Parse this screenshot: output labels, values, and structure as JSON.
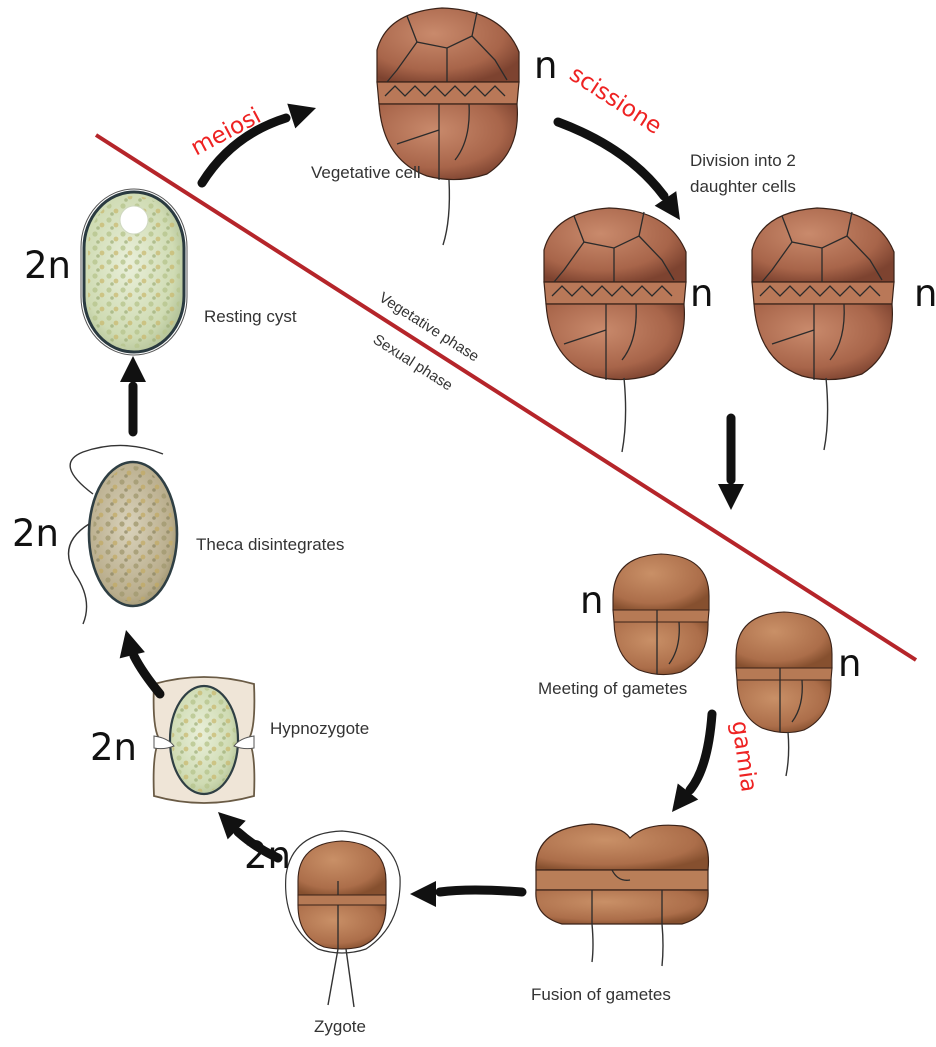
{
  "colors": {
    "phase_line": "#b5252a",
    "process_text": "#ee2222",
    "cell_body": "#a8654a",
    "cyst_body": "#d9e3c4"
  },
  "process_labels": {
    "meiosis": "meiosi",
    "fission": "scissione",
    "gamy": "gamia"
  },
  "phase_labels": {
    "vegetative": "Vegetative phase",
    "sexual": "Sexual phase"
  },
  "stages": {
    "vegetative_cell": "Vegetative cell",
    "division": [
      "Division into 2",
      "daughter cells"
    ],
    "resting_cyst": "Resting cyst",
    "theca_disintegrates": "Theca disintegrates",
    "hypnozygote": "Hypnozygote",
    "meeting_of_gametes": "Meeting of gametes",
    "fusion_of_gametes": "Fusion of gametes",
    "zygote": "Zygote"
  },
  "ploidy": {
    "vegetative_cell": "n",
    "daughter_left": "n",
    "daughter_right": "n",
    "resting_cyst": "2n",
    "theca": "2n",
    "hypnozygote": "2n",
    "gamete_top": "n",
    "gamete_right": "n",
    "zygote": "2n"
  },
  "icons": [
    "cell-icon",
    "cyst-icon",
    "arrow-icon"
  ]
}
